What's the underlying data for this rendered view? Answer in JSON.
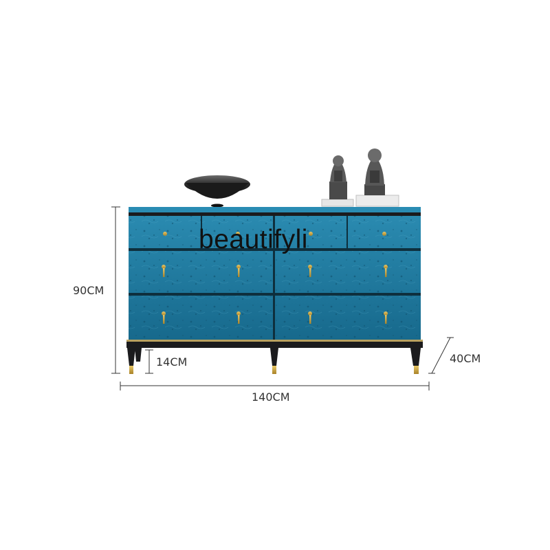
{
  "dimensions": {
    "height": "90CM",
    "leg_height": "14CM",
    "width": "140CM",
    "depth": "40CM"
  },
  "watermark": "beautifyli",
  "colors": {
    "cabinet_blue": "#1f7fa6",
    "cabinet_blue_dark": "#14607f",
    "base_black": "#1b1b1d",
    "handle_gold": "#c9a23b",
    "dimension_line": "#333333"
  }
}
